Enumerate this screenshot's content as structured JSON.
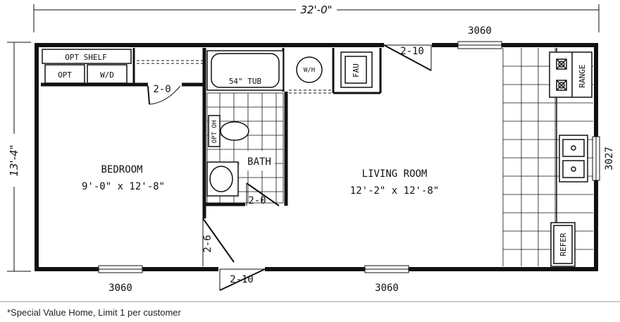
{
  "dimensions": {
    "width": "32'-0\"",
    "depth": "13'-4\""
  },
  "rooms": {
    "bedroom": {
      "name": "BEDROOM",
      "size": "9'-0\" x 12'-8\""
    },
    "living": {
      "name": "LIVING ROOM",
      "size": "12'-2\" x 12'-8\""
    },
    "bath": {
      "name": "BATH"
    }
  },
  "fixtures": {
    "opt_shelf": "OPT SHELF",
    "opt": "OPT",
    "wd": "W/D",
    "tub": "54\" TUB",
    "wh": "W/H",
    "fau": "FAU",
    "opt_oh": "OPT OH",
    "range": "RANGE",
    "refer": "REFER"
  },
  "doors": {
    "closet": "2-0",
    "bath": "2-0",
    "bedroom": "2-6",
    "entry_top": "2-10",
    "entry_bottom": "2-10"
  },
  "windows": {
    "top": "3060",
    "right": "3027",
    "bottom_left": "3060",
    "bottom_right": "3060"
  },
  "footnote": "*Special Value Home, Limit 1 per customer"
}
